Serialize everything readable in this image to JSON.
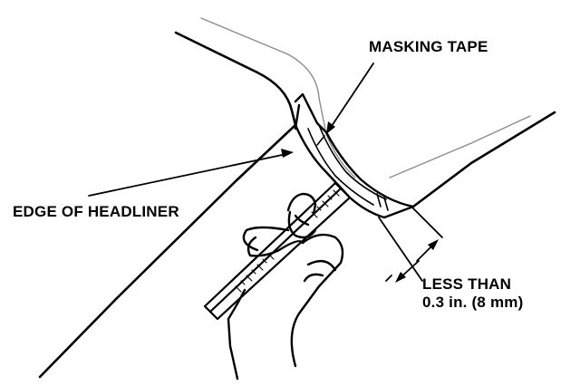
{
  "figure": {
    "labels": {
      "masking_tape": "MASKING TAPE",
      "edge_of_headliner": "EDGE OF HEADLINER",
      "less_than": "LESS THAN",
      "measurement": "0.3 in. (8 mm)"
    },
    "colors": {
      "ink": "#000000",
      "paper": "#ffffff",
      "faint_line": "#8c8c8c"
    }
  }
}
